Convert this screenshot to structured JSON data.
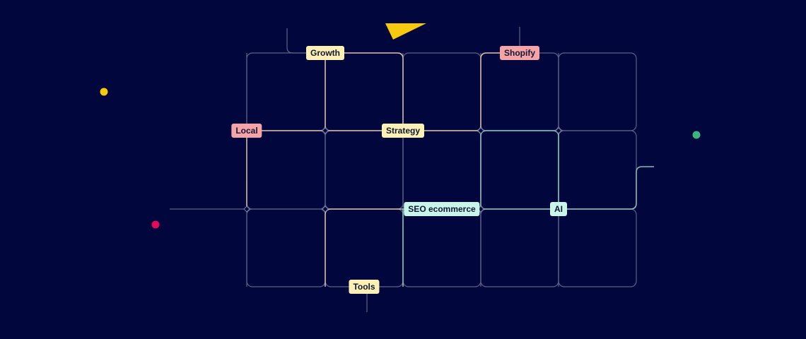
{
  "tags": [
    {
      "id": "growth",
      "label": "Growth",
      "color": "#fdf0b4"
    },
    {
      "id": "shopify",
      "label": "Shopify",
      "color": "#f5a3a6"
    },
    {
      "id": "local",
      "label": "Local",
      "color": "#f5a3a6"
    },
    {
      "id": "strategy",
      "label": "Strategy",
      "color": "#fdf0b4"
    },
    {
      "id": "seo-ecommerce",
      "label": "SEO ecommerce",
      "color": "#c8f5e9"
    },
    {
      "id": "ai",
      "label": "AI",
      "color": "#c8f5e9"
    },
    {
      "id": "tools",
      "label": "Tools",
      "color": "#fdf0b4"
    }
  ],
  "colors": {
    "background": "#01063c",
    "grid_line": "#5d6187",
    "yellow": "#f6c90e",
    "pink": "#e6095a",
    "green": "#3bb47e",
    "warm_line": "#e9c9a8",
    "teal_line": "#8fd4bf"
  }
}
